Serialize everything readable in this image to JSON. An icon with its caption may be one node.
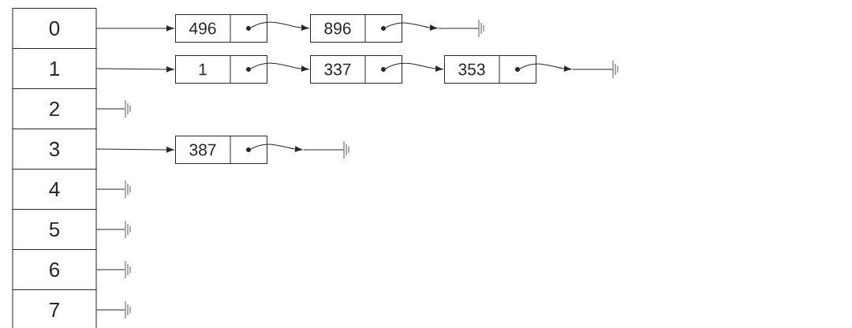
{
  "diagram": {
    "nodes": [
      {
        "text": [
          "0"
        ]
      },
      {
        "text": [
          "1"
        ]
      },
      {
        "text": [
          "2"
        ]
      },
      {
        "text": [
          "3"
        ]
      },
      {
        "text": [
          "4"
        ]
      },
      {
        "text": [
          "5"
        ]
      },
      {
        "text": [
          "6"
        ]
      },
      {
        "text": [
          "7"
        ]
      },
      {
        "text": [
          "496"
        ]
      },
      {
        "text": [
          "896"
        ]
      },
      {
        "text": [
          "1"
        ]
      },
      {
        "text": [
          "337"
        ]
      },
      {
        "text": [
          "353"
        ]
      },
      {
        "text": [
          "387"
        ]
      },
      {
        "text": [],
        "shape": "ground"
      },
      {
        "text": [],
        "shape": "ground"
      },
      {
        "text": [],
        "shape": "ground"
      },
      {
        "text": [],
        "shape": "ground"
      },
      {
        "text": [],
        "shape": "ground"
      },
      {
        "text": [],
        "shape": "ground"
      },
      {
        "text": [],
        "shape": "ground"
      },
      {
        "text": [],
        "shape": "ground"
      }
    ],
    "edges": [
      {
        "from": 0,
        "to": 8,
        "arrow": "to"
      },
      {
        "from": 8,
        "to": 9,
        "arrow": "to"
      },
      {
        "from": 9,
        "to": 14,
        "arrow": "to"
      },
      {
        "from": 1,
        "to": 10,
        "arrow": "to"
      },
      {
        "from": 10,
        "to": 11,
        "arrow": "to"
      },
      {
        "from": 11,
        "to": 12,
        "arrow": "to"
      },
      {
        "from": 12,
        "to": 15,
        "arrow": "to"
      },
      {
        "from": 2,
        "to": 16,
        "arrow": "none"
      },
      {
        "from": 3,
        "to": 13,
        "arrow": "to"
      },
      {
        "from": 13,
        "to": 17,
        "arrow": "to"
      },
      {
        "from": 4,
        "to": 18,
        "arrow": "none"
      },
      {
        "from": 5,
        "to": 19,
        "arrow": "none"
      },
      {
        "from": 6,
        "to": 20,
        "arrow": "none"
      },
      {
        "from": 7,
        "to": 21,
        "arrow": "none"
      }
    ]
  }
}
